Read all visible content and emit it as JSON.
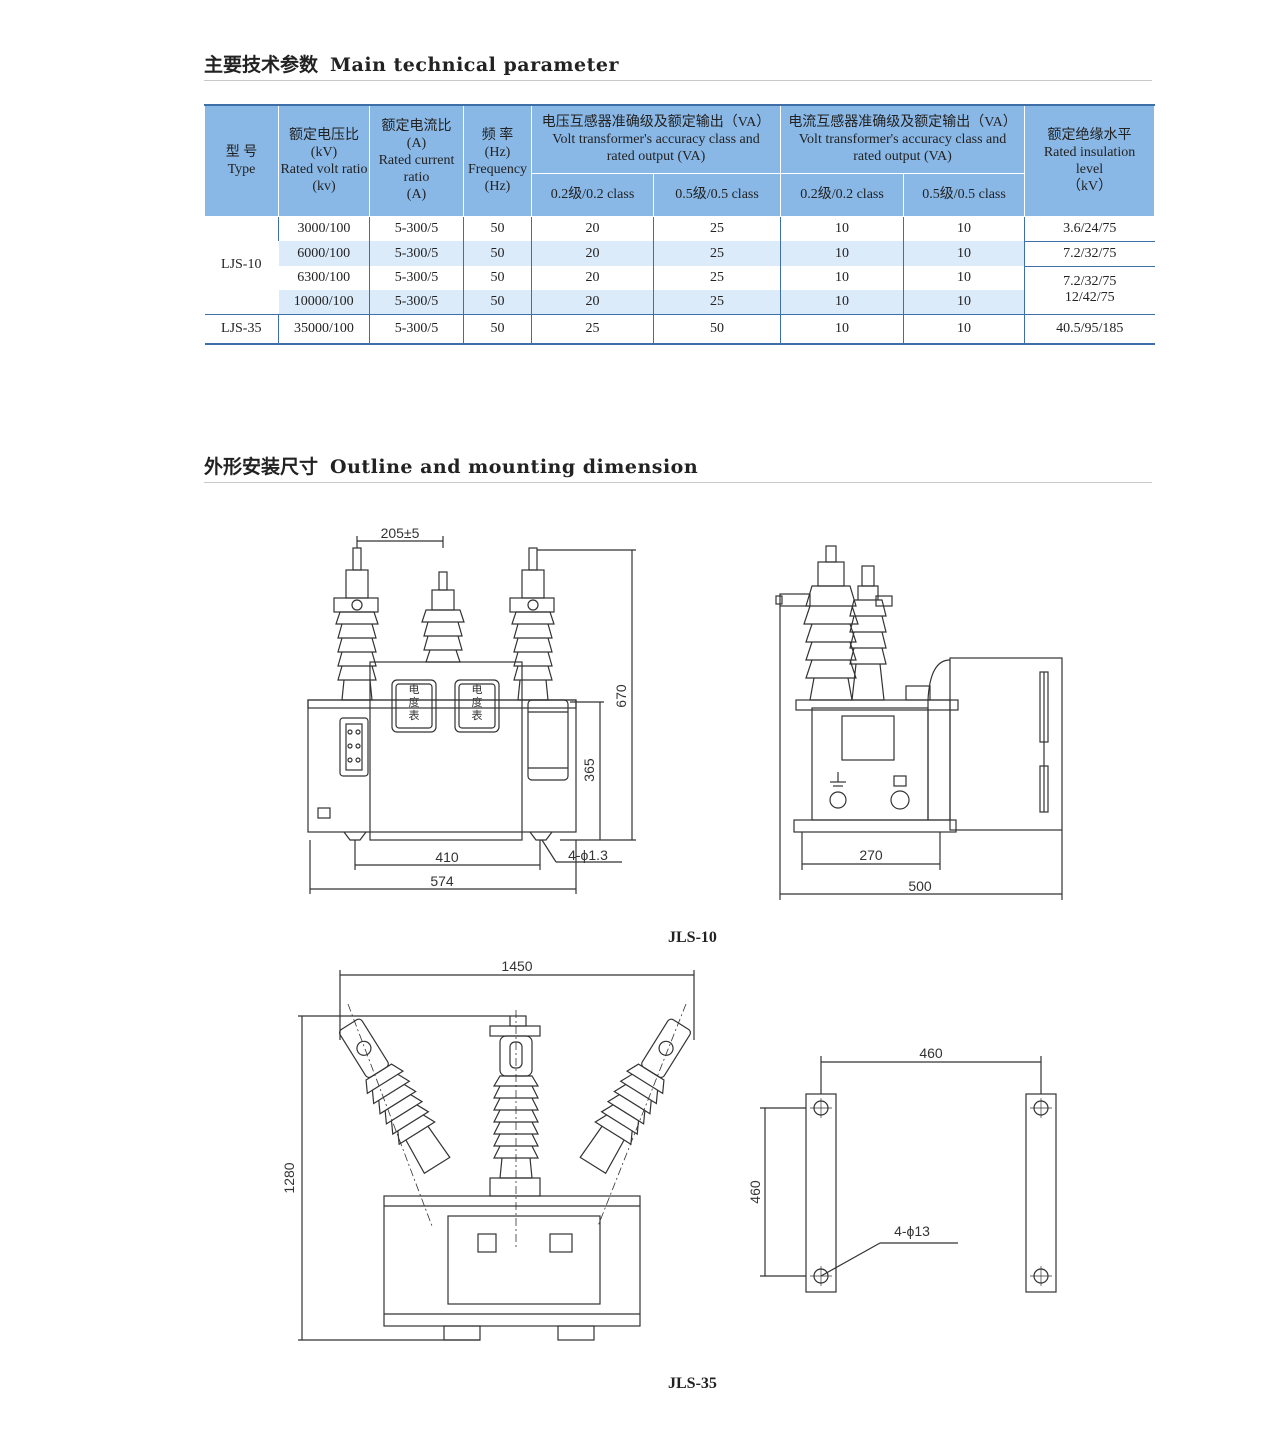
{
  "section1": {
    "cn": "主要技术参数",
    "en": "Main technical parameter"
  },
  "section2": {
    "cn": "外形安装尺寸",
    "en": "Outline and mounting dimension"
  },
  "table": {
    "h_type": [
      "型 号",
      "Type"
    ],
    "h_volt": [
      "额定电压比",
      "(kV)",
      "Rated volt ratio",
      "(kv)"
    ],
    "h_curr": [
      "额定电流比",
      "(A)",
      "Rated current",
      "ratio",
      "(A)"
    ],
    "h_freq": [
      "频 率",
      "(Hz)",
      "Frequency",
      "(Hz)"
    ],
    "h_vt": [
      "电压互感器准确级及额定输出（VA）",
      "Volt transformer's accuracy class and",
      "rated output (VA)"
    ],
    "h_ct": [
      "电流互感器准确级及额定输出（VA）",
      "Volt transformer's accuracy class and",
      "rated output (VA)"
    ],
    "h_ins": [
      "额定绝缘水平",
      "Rated insulation",
      "level",
      "（kV）"
    ],
    "sub": [
      "0.2级/0.2 class",
      "0.5级/0.5 class",
      "0.2级/0.2 class",
      "0.5级/0.5 class"
    ],
    "models": [
      "LJS-10",
      "LJS-35"
    ],
    "rows": [
      [
        "3000/100",
        "5-300/5",
        "50",
        "20",
        "25",
        "10",
        "10"
      ],
      [
        "6000/100",
        "5-300/5",
        "50",
        "20",
        "25",
        "10",
        "10"
      ],
      [
        "6300/100",
        "5-300/5",
        "50",
        "20",
        "25",
        "10",
        "10"
      ],
      [
        "10000/100",
        "5-300/5",
        "50",
        "20",
        "25",
        "10",
        "10"
      ],
      [
        "35000/100",
        "5-300/5",
        "50",
        "25",
        "50",
        "10",
        "10"
      ]
    ],
    "insulation": [
      "3.6/24/75",
      "7.2/32/75",
      "7.2/32/75",
      "12/42/75",
      "40.5/95/185"
    ]
  },
  "drawing1": {
    "dim_top": "205±5",
    "dim_670": "670",
    "dim_365": "365",
    "dim_410": "410",
    "dim_574": "574",
    "dim_hole": "4-ϕ1.3",
    "dim_270": "270",
    "dim_500": "500",
    "meter_label": "电度表",
    "caption": "JLS-10"
  },
  "drawing2": {
    "dim_1450": "1450",
    "dim_1280": "1280",
    "dim_460w": "460",
    "dim_460h": "460",
    "dim_hole": "4-ϕ13",
    "caption": "JLS-35"
  }
}
